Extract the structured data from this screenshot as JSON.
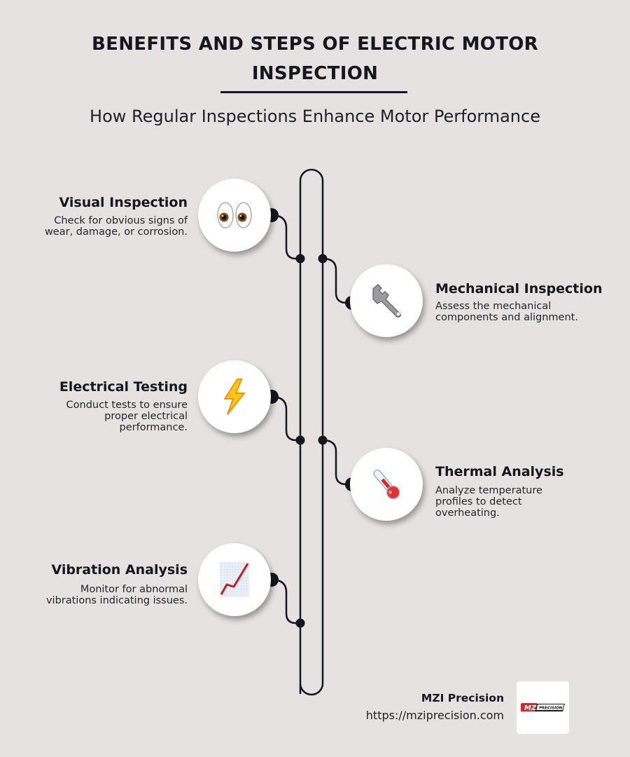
{
  "header": {
    "title": "BENEFITS AND STEPS OF ELECTRIC MOTOR INSPECTION",
    "subtitle": "How Regular Inspections Enhance Motor Performance"
  },
  "steps": [
    {
      "title": "Visual Inspection",
      "description": "Check for obvious signs of wear, damage, or corrosion.",
      "icon": "eyes-icon",
      "side": "left"
    },
    {
      "title": "Mechanical Inspection",
      "description": "Assess the mechanical components and alignment.",
      "icon": "wrench-icon",
      "side": "right"
    },
    {
      "title": "Electrical Testing",
      "description": "Conduct tests to ensure proper electrical performance.",
      "icon": "lightning-icon",
      "side": "left"
    },
    {
      "title": "Thermal Analysis",
      "description": "Analyze temperature profiles to detect overheating.",
      "icon": "thermometer-icon",
      "side": "right"
    },
    {
      "title": "Vibration Analysis",
      "description": "Monitor for abnormal vibrations indicating issues.",
      "icon": "chart-increasing-icon",
      "side": "left"
    }
  ],
  "footer": {
    "brand_name": "MZI Precision",
    "url": "https://mziprecision.com",
    "logo_text_red": "MZI",
    "logo_text_black": "PRECISION"
  },
  "colors": {
    "background": "#e6e2e1",
    "ink": "#16161f",
    "circle": "#ffffff",
    "logo_red": "#d7282f"
  }
}
